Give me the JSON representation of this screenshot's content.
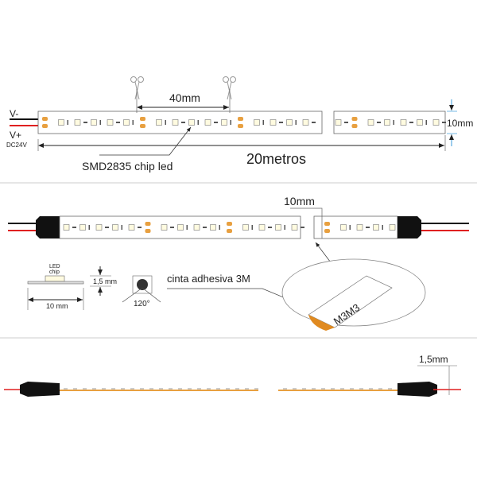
{
  "section1": {
    "v_minus": "V-",
    "v_plus": "V+",
    "voltage": "DC24V",
    "cut_spacing": "40mm",
    "width": "10mm",
    "length": "20metros",
    "chip_label": "SMD2835 chip led"
  },
  "section2": {
    "width": "10mm",
    "led_label_line1": "LED",
    "led_label_line2": "chip",
    "thickness": "1,5 mm",
    "pcb_width": "10 mm",
    "beam_angle": "120°",
    "adhesive": "cinta adhesiva 3M",
    "tape_print": "M3M3"
  },
  "section3": {
    "thickness": "1,5mm"
  },
  "colors": {
    "led": "#e8a040",
    "wire_red": "#e02020",
    "connector": "#111111",
    "strip_edge": "#666666"
  }
}
